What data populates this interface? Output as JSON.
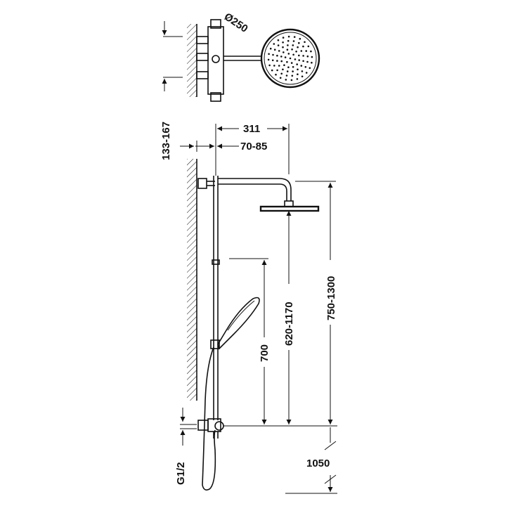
{
  "dimensions": {
    "head_diameter": "Ø250",
    "arm_reach": "311",
    "bar_offset": "70-85",
    "wall_distance": "133-167",
    "handshower_height": "700",
    "head_height": "620-1170",
    "total_height": "750-1300",
    "floor_height": "1050",
    "inlet_thread": "G1/2"
  },
  "colors": {
    "line": "#111111",
    "background": "#ffffff"
  }
}
